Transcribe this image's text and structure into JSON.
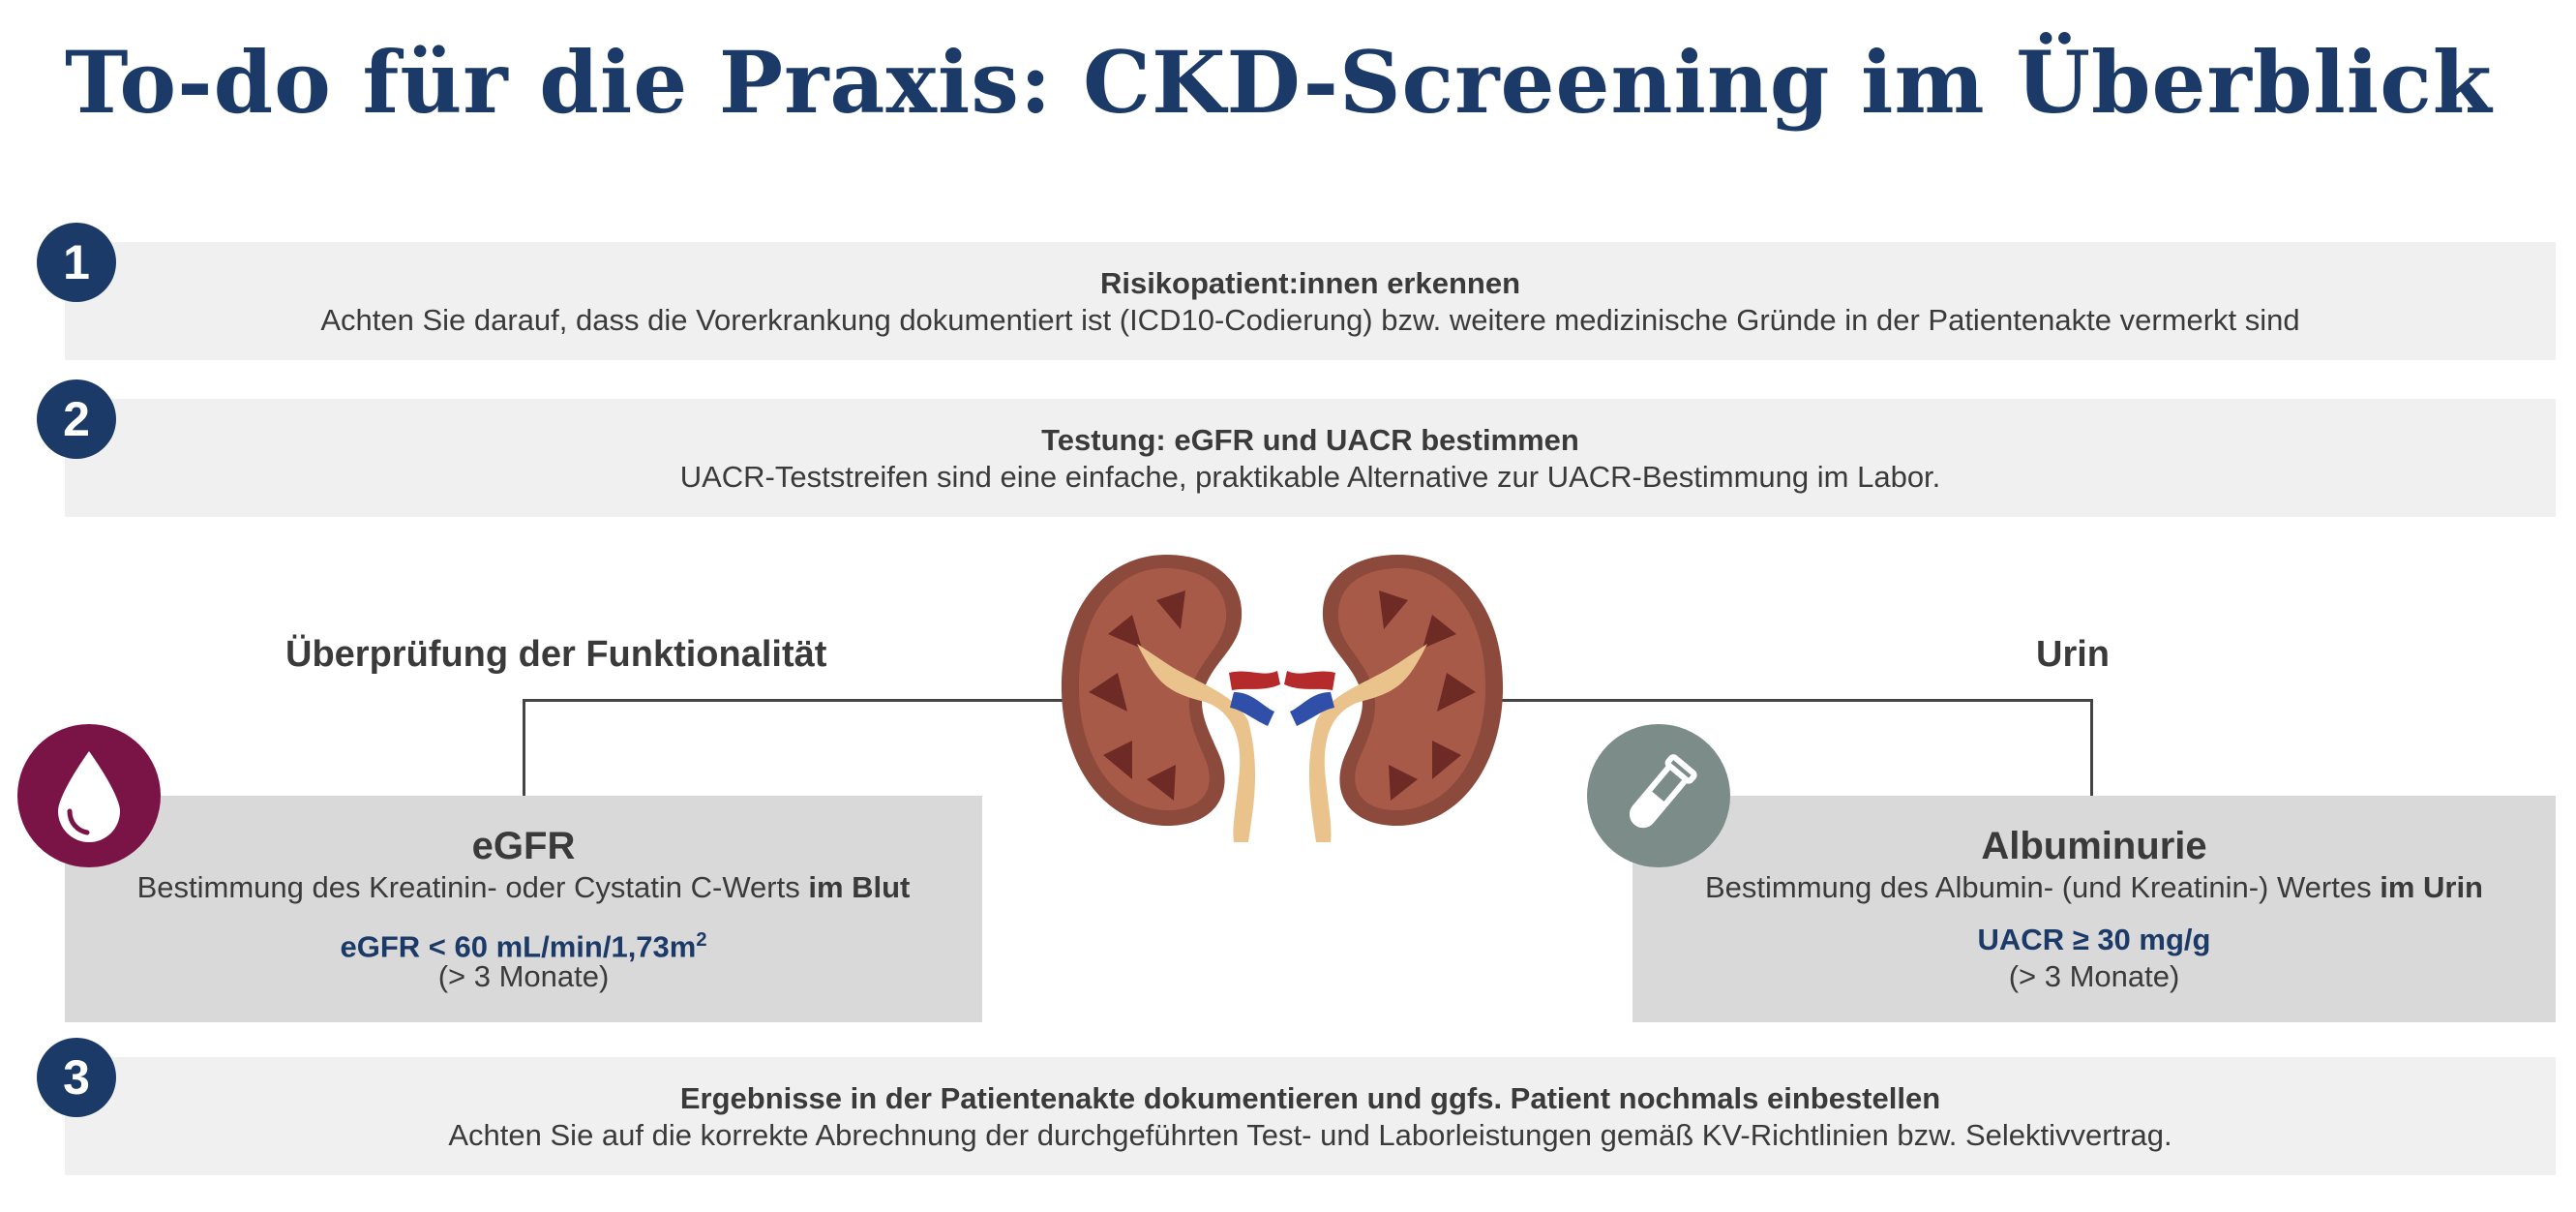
{
  "title": "To-do für die Praxis: CKD-Screening im Überblick",
  "steps": [
    {
      "number": "1",
      "heading": "Risikopatient:innen erkennen",
      "text": "Achten Sie darauf, dass die Vorerkrankung dokumentiert ist (ICD10-Codierung) bzw. weitere medizinische Gründe in der Patientenakte vermerkt sind"
    },
    {
      "number": "2",
      "heading": "Testung: eGFR und UACR bestimmen",
      "text": "UACR-Teststreifen sind eine einfache, praktikable Alternative zur UACR-Bestimmung im Labor."
    },
    {
      "number": "3",
      "heading": "Ergebnisse in der Patientenakte dokumentieren und ggfs. Patient nochmals einbestellen",
      "text": "Achten Sie auf die korrekte Abrechnung der durchgeführten Test- und Laborleistungen gemäß KV-Richtlinien bzw. Selektivvertrag."
    }
  ],
  "left_branch": {
    "label": "Überprüfung der Funktionalität",
    "icon": "blood-drop-icon",
    "icon_color": "#7a1446",
    "box": {
      "title": "eGFR",
      "desc_prefix": "Bestimmung des Kreatinin- oder Cystatin C-Werts ",
      "desc_bold": "im Blut",
      "value_main": "eGFR < 60 mL/min/1,73m",
      "value_sup": "2",
      "note": "(> 3 Monate)"
    }
  },
  "right_branch": {
    "label": "Urin",
    "icon": "test-tube-icon",
    "icon_color": "#7b8c89",
    "box": {
      "title": "Albuminurie",
      "desc_prefix": "Bestimmung des Albumin- (und Kreatinin-) Wertes ",
      "desc_bold": "im Urin",
      "value_main": "UACR ≥ 30 mg/g",
      "note": "(> 3 Monate)"
    }
  },
  "center_image": "kidneys-illustration",
  "colors": {
    "primary": "#1b3a68",
    "step_background": "#f0f0f0",
    "box_background": "#d9d9d9",
    "text": "#3a3a3a"
  }
}
